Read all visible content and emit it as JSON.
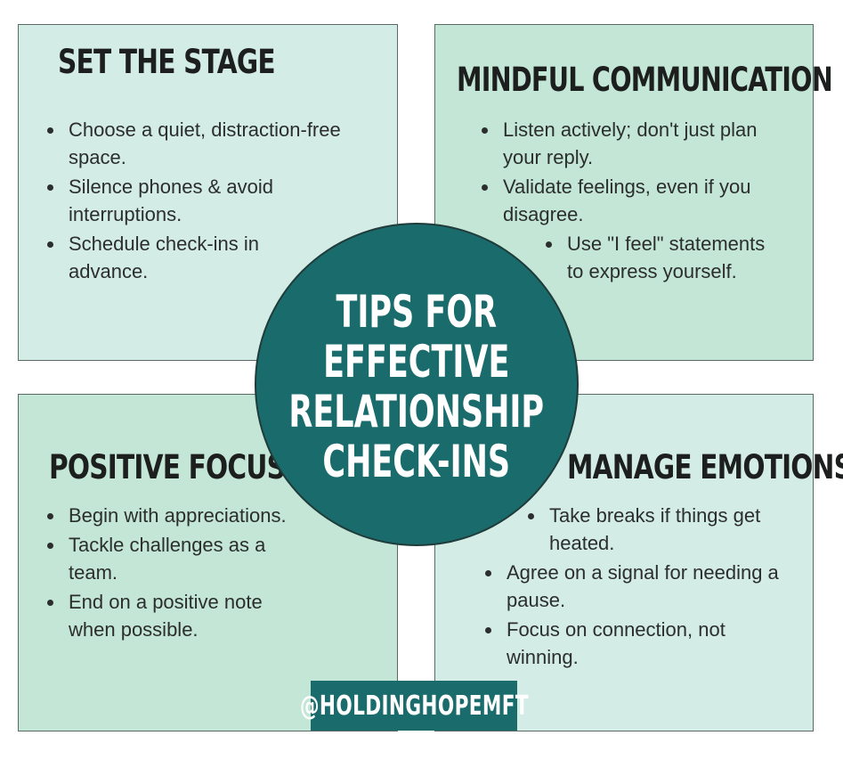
{
  "colors": {
    "light_mint": "#d4ece6",
    "mint": "#c3e6d6",
    "teal": "#1a6b6c",
    "text_dark": "#1c1f1e"
  },
  "center": {
    "lines": [
      "TIPS FOR",
      "EFFECTIVE",
      "RELATIONSHIP",
      "CHECK-INS"
    ]
  },
  "sections": {
    "set_the_stage": {
      "title": "SET THE STAGE",
      "items": [
        "Choose a quiet, distraction-free space.",
        "Silence phones & avoid interruptions.",
        "Schedule check-ins in advance."
      ]
    },
    "mindful_communication": {
      "title": "MINDFUL COMMUNICATION",
      "items": [
        "Listen actively; don't just plan your reply.",
        "Validate feelings, even if you disagree.",
        "Use \"I feel\" statements to express yourself."
      ]
    },
    "positive_focus": {
      "title": "POSITIVE FOCUS",
      "items": [
        "Begin with appreciations.",
        "Tackle challenges as a team.",
        "End on a positive note when possible."
      ]
    },
    "manage_emotions": {
      "title": "MANAGE EMOTIONS",
      "items": [
        "Take breaks if things get heated.",
        "Agree on a signal for needing a pause.",
        "Focus on connection, not winning."
      ]
    }
  },
  "footer": {
    "handle": "@HOLDINGHOPEMFT"
  }
}
